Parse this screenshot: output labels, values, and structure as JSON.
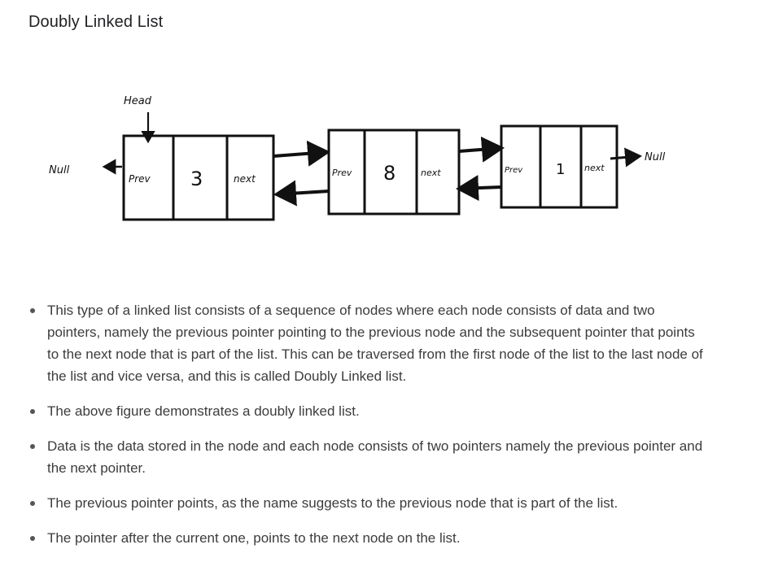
{
  "page": {
    "title": "Doubly Linked List"
  },
  "diagram": {
    "head_label": "Head",
    "left_null": "Null",
    "right_null": "Null",
    "nodes": [
      {
        "prev": "Prev",
        "data": "3",
        "next": "next"
      },
      {
        "prev": "Prev",
        "data": "8",
        "next": "next"
      },
      {
        "prev": "Prev",
        "data": "1",
        "next": "next"
      }
    ]
  },
  "bullets": [
    "This type of a linked list consists of a sequence of nodes where each node consists of data and two pointers, namely the previous pointer pointing to the previous node and the subsequent pointer that points to the next node that is part of the list. This can be traversed from the first node of the list to the last node of the list and vice versa, and this is called Doubly Linked list.",
    "The above figure demonstrates a doubly linked list.",
    "Data is the data stored in the node and each node consists of two pointers namely the previous pointer and the next pointer.",
    "The previous pointer points, as the name suggests to the previous node that is part of the list.",
    "The pointer after the current one, points to the next node on the list."
  ]
}
